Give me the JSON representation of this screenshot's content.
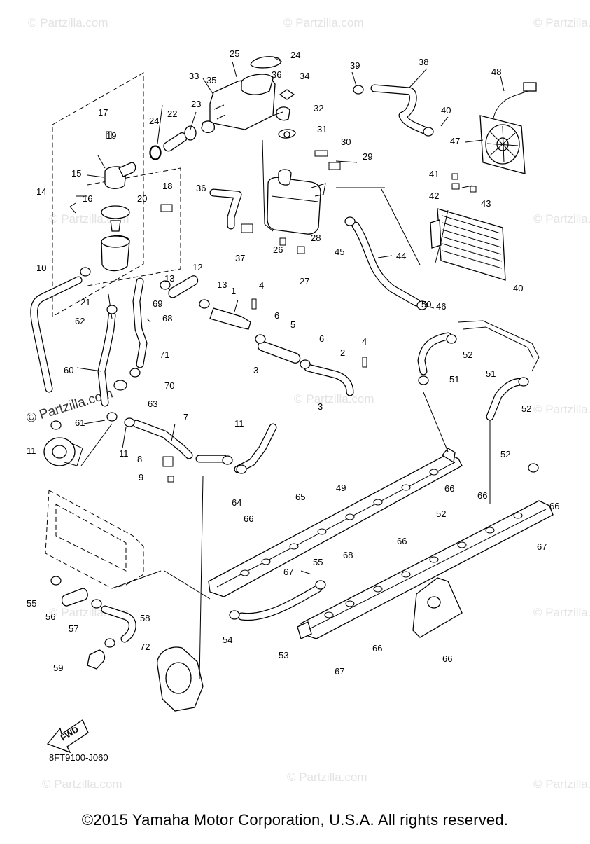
{
  "watermark": {
    "text": "© Partzilla.com",
    "prominent_text": "© Partzilla.com"
  },
  "diagram": {
    "code": "8FT9100-J060",
    "fwd_label": "FWD",
    "callouts": [
      "1",
      "2",
      "3",
      "3",
      "4",
      "4",
      "5",
      "6",
      "6",
      "7",
      "8",
      "9",
      "10",
      "11",
      "11",
      "11",
      "12",
      "13",
      "13",
      "14",
      "15",
      "16",
      "17",
      "18",
      "19",
      "20",
      "21",
      "22",
      "23",
      "24",
      "24",
      "25",
      "26",
      "27",
      "28",
      "29",
      "30",
      "31",
      "32",
      "33",
      "34",
      "35",
      "36",
      "36",
      "37",
      "38",
      "39",
      "40",
      "40",
      "41",
      "42",
      "43",
      "44",
      "45",
      "46",
      "47",
      "48",
      "49",
      "50",
      "51",
      "51",
      "52",
      "52",
      "52",
      "52",
      "53",
      "54",
      "55",
      "55",
      "56",
      "57",
      "58",
      "59",
      "60",
      "61",
      "62",
      "63",
      "64",
      "65",
      "66",
      "66",
      "66",
      "66",
      "66",
      "66",
      "66",
      "67",
      "67",
      "67",
      "68",
      "68",
      "69",
      "70",
      "71",
      "72"
    ]
  },
  "copyright": "©2015 Yamaha Motor Corporation, U.S.A. All rights reserved."
}
